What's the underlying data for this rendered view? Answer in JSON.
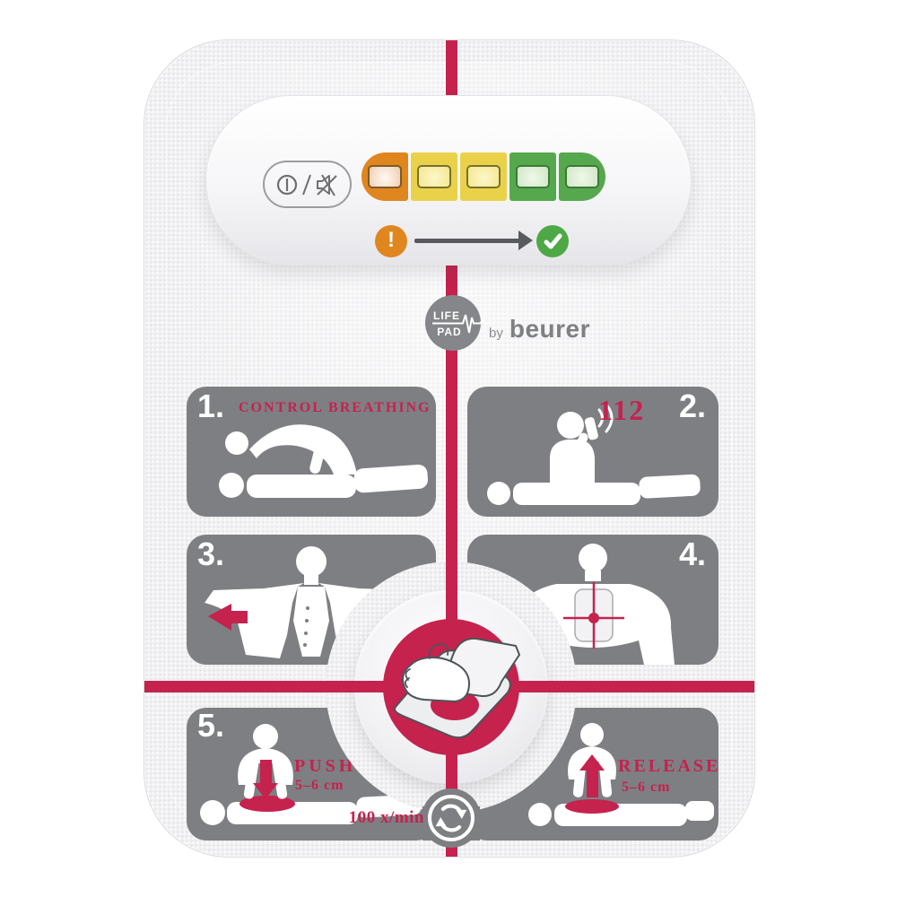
{
  "colors": {
    "red": "#c5224e",
    "panel": "#7e7f83",
    "card": "#f1f1f3",
    "led_orange": "#df861f",
    "led_yellow": "#e9d24a",
    "led_green": "#56a84d",
    "warn": "#e0861f",
    "ok": "#4ea846",
    "logo_gray": "#85868a",
    "icon_gray": "#6e6f73",
    "arrow_gray": "#595a5e"
  },
  "control_panel": {
    "leds": [
      "orange",
      "yellow",
      "yellow",
      "green",
      "green"
    ]
  },
  "logo": {
    "line1": "LIFE",
    "line2": "PAD",
    "by": "by",
    "brand": "beurer"
  },
  "steps": {
    "s1": {
      "number": "1.",
      "title": "CONTROL BREATHING"
    },
    "s2": {
      "number": "2.",
      "emergency_number": "112"
    },
    "s3": {
      "number": "3."
    },
    "s4": {
      "number": "4."
    },
    "s5": {
      "number": "5.",
      "title": "PUSH",
      "depth": "5–6 cm"
    },
    "s6": {
      "title": "RELEASE",
      "depth": "5–6 cm"
    }
  },
  "rate": {
    "label": "100 x/min"
  },
  "indicator": {
    "alert": "!",
    "ok": "check"
  }
}
